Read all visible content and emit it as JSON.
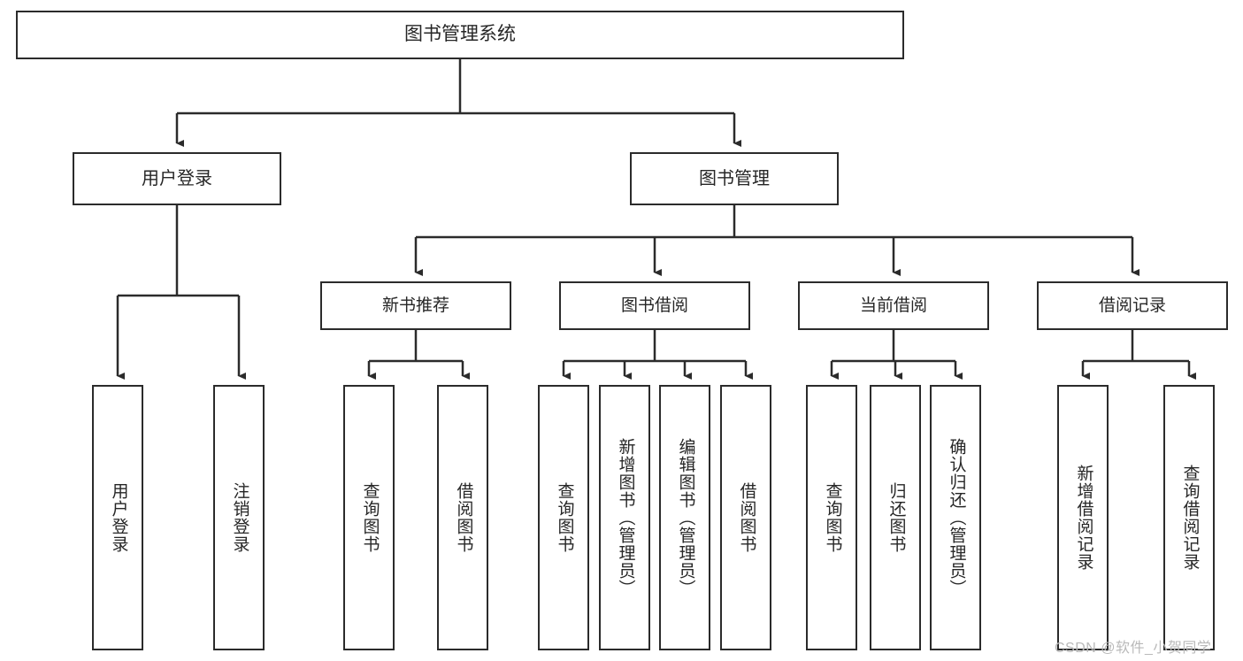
{
  "diagram": {
    "type": "tree-hierarchy",
    "title": "图书管理系统",
    "root": {
      "label": "图书管理系统"
    },
    "level2": [
      {
        "label": "用户登录"
      },
      {
        "label": "图书管理"
      }
    ],
    "level3": [
      {
        "label": "新书推荐"
      },
      {
        "label": "图书借阅"
      },
      {
        "label": "当前借阅"
      },
      {
        "label": "借阅记录"
      }
    ],
    "leaves": {
      "user_login": [
        {
          "label": "用户登录"
        },
        {
          "label": "注销登录"
        }
      ],
      "new_book_recommend": [
        {
          "label": "查询图书"
        },
        {
          "label": "借阅图书"
        }
      ],
      "book_borrow": [
        {
          "label": "查询图书"
        },
        {
          "label": "新增图书（管理员）"
        },
        {
          "label": "编辑图书（管理员）"
        },
        {
          "label": "借阅图书"
        }
      ],
      "current_borrow": [
        {
          "label": "查询图书"
        },
        {
          "label": "归还图书"
        },
        {
          "label": "确认归还（管理员）"
        }
      ],
      "borrow_record": [
        {
          "label": "新增借阅记录"
        },
        {
          "label": "查询借阅记录"
        }
      ]
    }
  },
  "watermark": {
    "text": "CSDN @软件_小贺同学"
  },
  "colors": {
    "border": "#2b2b2b",
    "text": "#262626",
    "background": "#ffffff",
    "watermark": "#b9b9b9"
  }
}
